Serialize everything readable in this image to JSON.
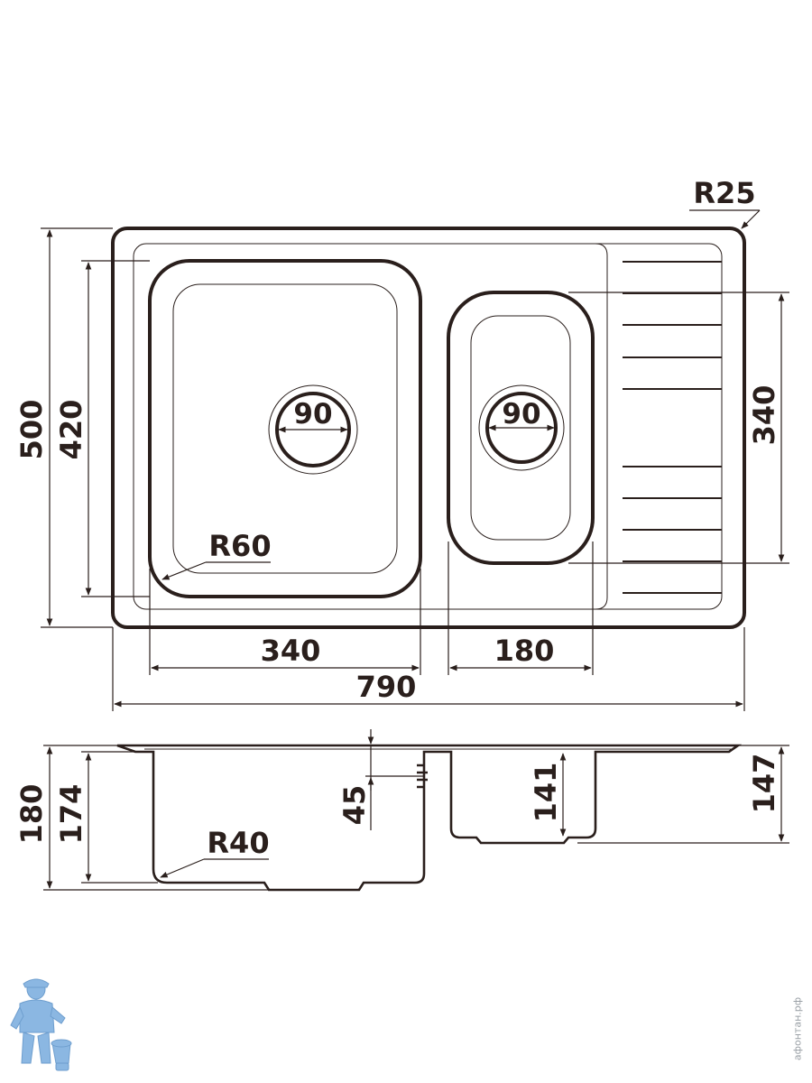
{
  "labels": {
    "outer_radius": "R25",
    "overall_height": "500",
    "inner_height": "420",
    "large_bowl_radius": "R60",
    "large_drain_diameter": "90",
    "small_drain_diameter": "90",
    "small_bowl_height": "340",
    "large_bowl_width": "340",
    "small_bowl_width": "180",
    "overall_width": "790",
    "section_total_height": "180",
    "section_large_depth": "174",
    "section_bottom_radius": "R40",
    "section_step_height": "45",
    "section_small_depth": "141",
    "section_small_total": "147"
  },
  "watermark": "афонтан.рф",
  "colors": {
    "line": "#2a1f1c",
    "background": "#ffffff",
    "watermark": "#9aa0a6",
    "mascot": "#6fa6dc"
  },
  "icons": {
    "mascot": "plumber-mascot-logo"
  }
}
